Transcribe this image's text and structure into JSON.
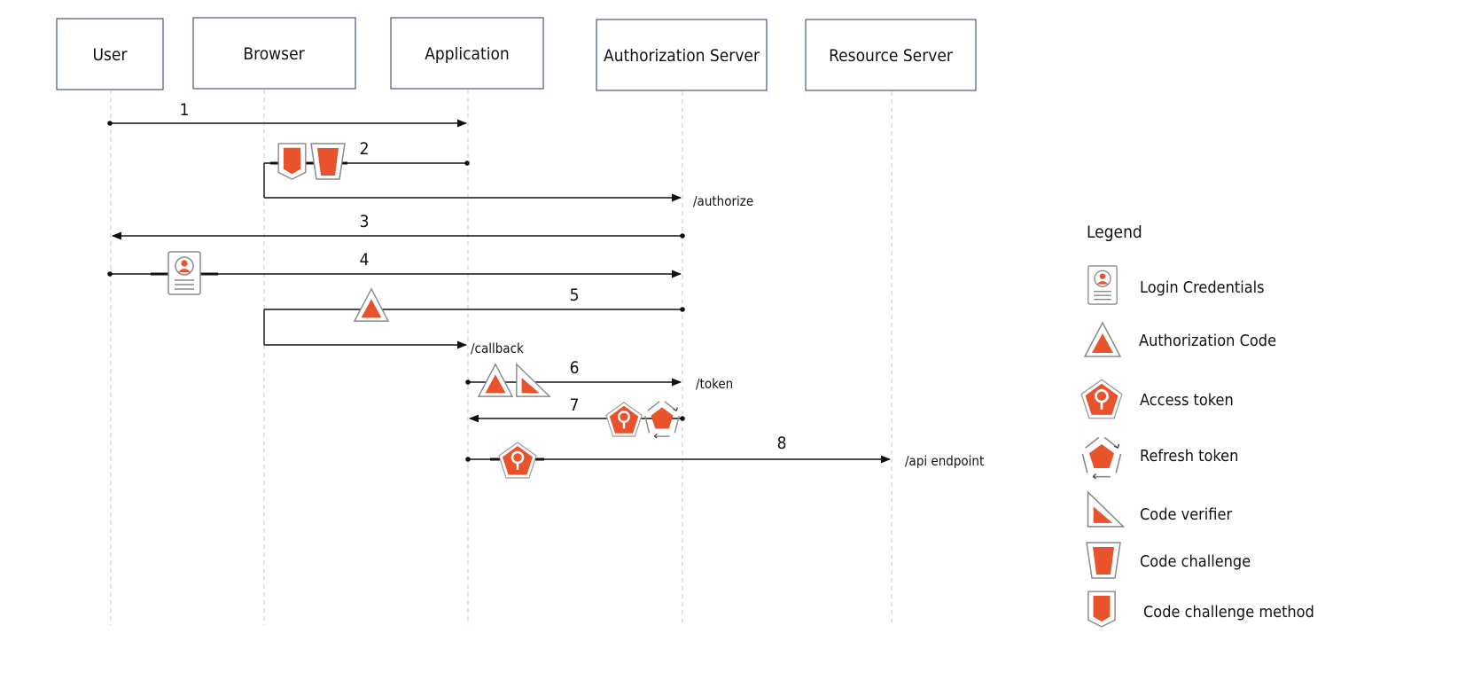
{
  "actors": [
    {
      "id": "user",
      "label": "User"
    },
    {
      "id": "browser",
      "label": "Browser"
    },
    {
      "id": "application",
      "label": "Application"
    },
    {
      "id": "auth",
      "label": "Authorization Server"
    },
    {
      "id": "resource",
      "label": "Resource Server"
    }
  ],
  "steps": [
    {
      "number": "1",
      "endpoint": ""
    },
    {
      "number": "2",
      "endpoint": "/authorize"
    },
    {
      "number": "3",
      "endpoint": ""
    },
    {
      "number": "4",
      "endpoint": ""
    },
    {
      "number": "5",
      "endpoint": "/callback"
    },
    {
      "number": "6",
      "endpoint": "/token"
    },
    {
      "number": "7",
      "endpoint": ""
    },
    {
      "number": "8",
      "endpoint": "/api endpoint"
    }
  ],
  "legend": {
    "title": "Legend",
    "items": [
      {
        "icon": "login-credentials-icon",
        "label": "Login Credentials"
      },
      {
        "icon": "authorization-code-icon",
        "label": "Authorization Code"
      },
      {
        "icon": "access-token-icon",
        "label": "Access token"
      },
      {
        "icon": "refresh-token-icon",
        "label": "Refresh token"
      },
      {
        "icon": "code-verifier-icon",
        "label": "Code verifier"
      },
      {
        "icon": "code-challenge-icon",
        "label": "Code challenge"
      },
      {
        "icon": "code-challenge-method-icon",
        "label": "Code challenge method"
      }
    ]
  },
  "colors": {
    "accent": "#e8532b",
    "box_border": "#1f3864",
    "lifeline": "#c8c8c8"
  }
}
